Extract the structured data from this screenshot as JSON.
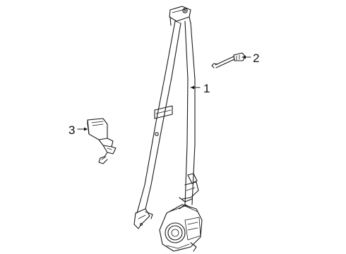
{
  "callouts": [
    {
      "label": "1",
      "part": "seat-belt-assembly"
    },
    {
      "label": "2",
      "part": "cable"
    },
    {
      "label": "3",
      "part": "buckle"
    }
  ]
}
